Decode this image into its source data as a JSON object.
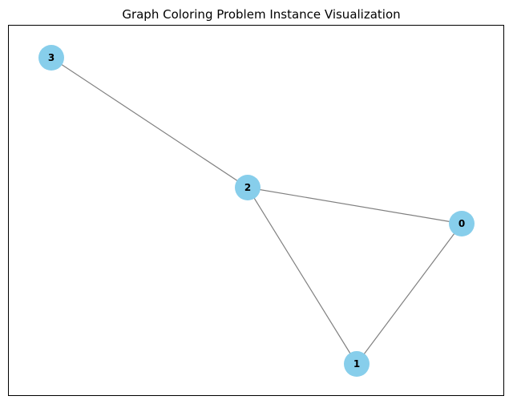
{
  "title": "Graph Coloring Problem Instance Visualization",
  "colors": {
    "node_fill": "#87CEEB",
    "edge": "#808080",
    "frame": "#000000",
    "label": "#000000"
  },
  "graph": {
    "nodes": [
      {
        "id": "0",
        "label": "0"
      },
      {
        "id": "1",
        "label": "1"
      },
      {
        "id": "2",
        "label": "2"
      },
      {
        "id": "3",
        "label": "3"
      }
    ],
    "edges": [
      {
        "source": "3",
        "target": "2"
      },
      {
        "source": "2",
        "target": "0"
      },
      {
        "source": "2",
        "target": "1"
      },
      {
        "source": "0",
        "target": "1"
      }
    ]
  }
}
